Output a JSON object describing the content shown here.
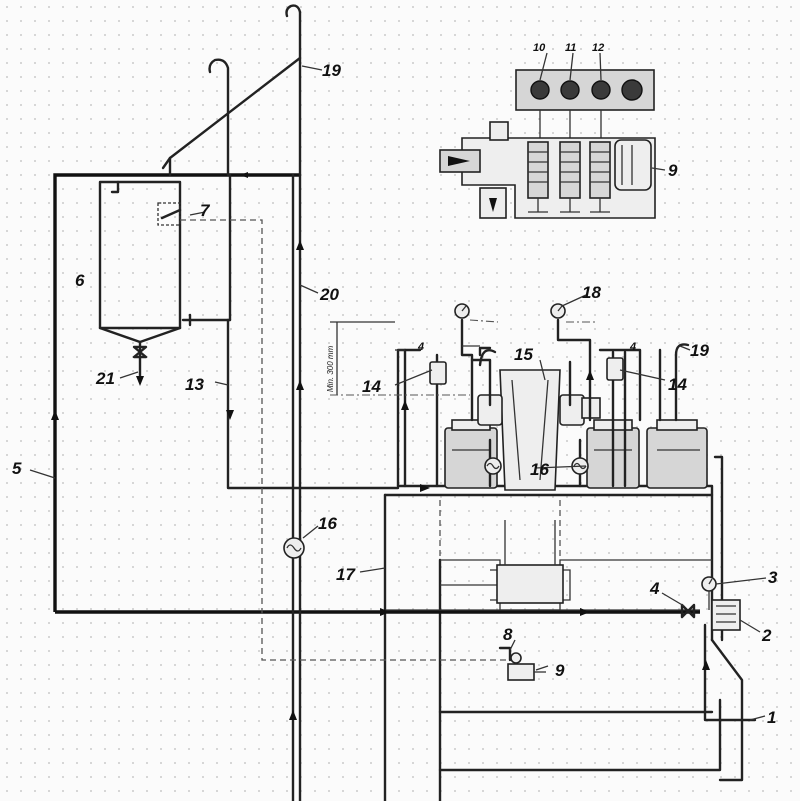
{
  "figure": {
    "callouts": {
      "c1": "1",
      "c2": "2",
      "c3": "3",
      "c4a": "4",
      "c4b": "4",
      "c4c": "4",
      "c5": "5",
      "c6": "6",
      "c7": "7",
      "c8": "8",
      "c9a": "9",
      "c9b": "9",
      "c10": "10",
      "c11": "11",
      "c12": "12",
      "c13": "13",
      "c14a": "14",
      "c14b": "14",
      "c15": "15",
      "c16a": "16",
      "c16b": "16",
      "c17": "17",
      "c18": "18",
      "c19a": "19",
      "c19b": "19",
      "c20": "20",
      "c21": "21",
      "dimension": "Min. 300 mm"
    }
  }
}
